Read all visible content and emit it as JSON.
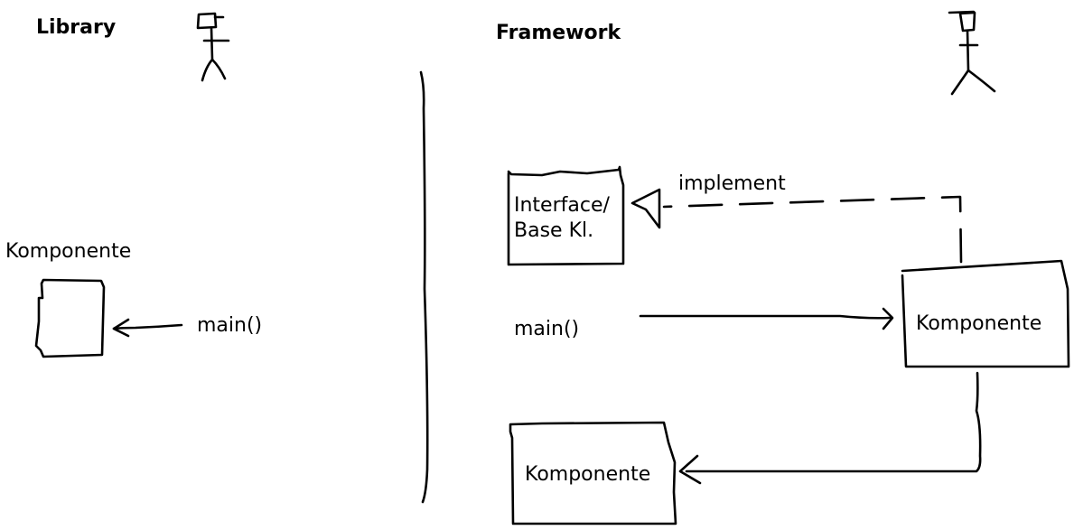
{
  "colors": {
    "ink": "#000000",
    "background": "#ffffff"
  },
  "sections": {
    "library": {
      "title": "Library"
    },
    "framework": {
      "title": "Framework"
    }
  },
  "library": {
    "component_label": "Komponente",
    "call_label": "main()"
  },
  "framework": {
    "interface_box": {
      "line1": "Interface/",
      "line2": "Base Kl."
    },
    "implement_label": "implement",
    "call_label": "main()",
    "component_right": "Komponente",
    "component_bottom": "Komponente"
  },
  "icons": [
    "stick-figure-icon",
    "stick-figure-icon"
  ]
}
